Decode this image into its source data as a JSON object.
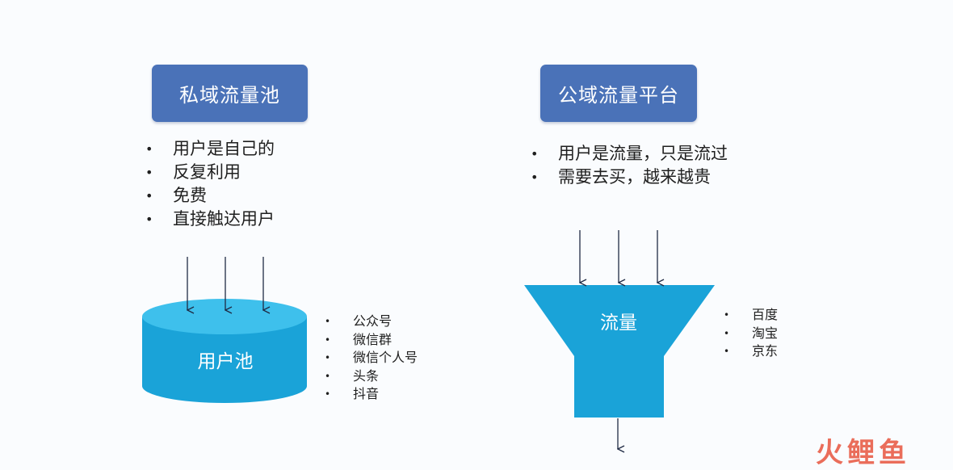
{
  "private": {
    "title": "私域流量池",
    "points": [
      "用户是自己的",
      "反复利用",
      "免费",
      "直接触达用户"
    ],
    "container_label": "用户池",
    "channels": [
      "公众号",
      "微信群",
      "微信个人号",
      "头条",
      "抖音"
    ]
  },
  "public": {
    "title": "公域流量平台",
    "points": [
      "用户是流量，只是流过",
      "需要去买，越来越贵"
    ],
    "container_label": "流量",
    "channels": [
      "百度",
      "淘宝",
      "京东"
    ]
  },
  "watermark": "火鲤鱼",
  "colors": {
    "title_box": "#4a72b8",
    "container": "#1aa3d8",
    "container_top": "#3ec0ec",
    "arrow": "#1f2a44",
    "watermark": "#e8553e"
  }
}
